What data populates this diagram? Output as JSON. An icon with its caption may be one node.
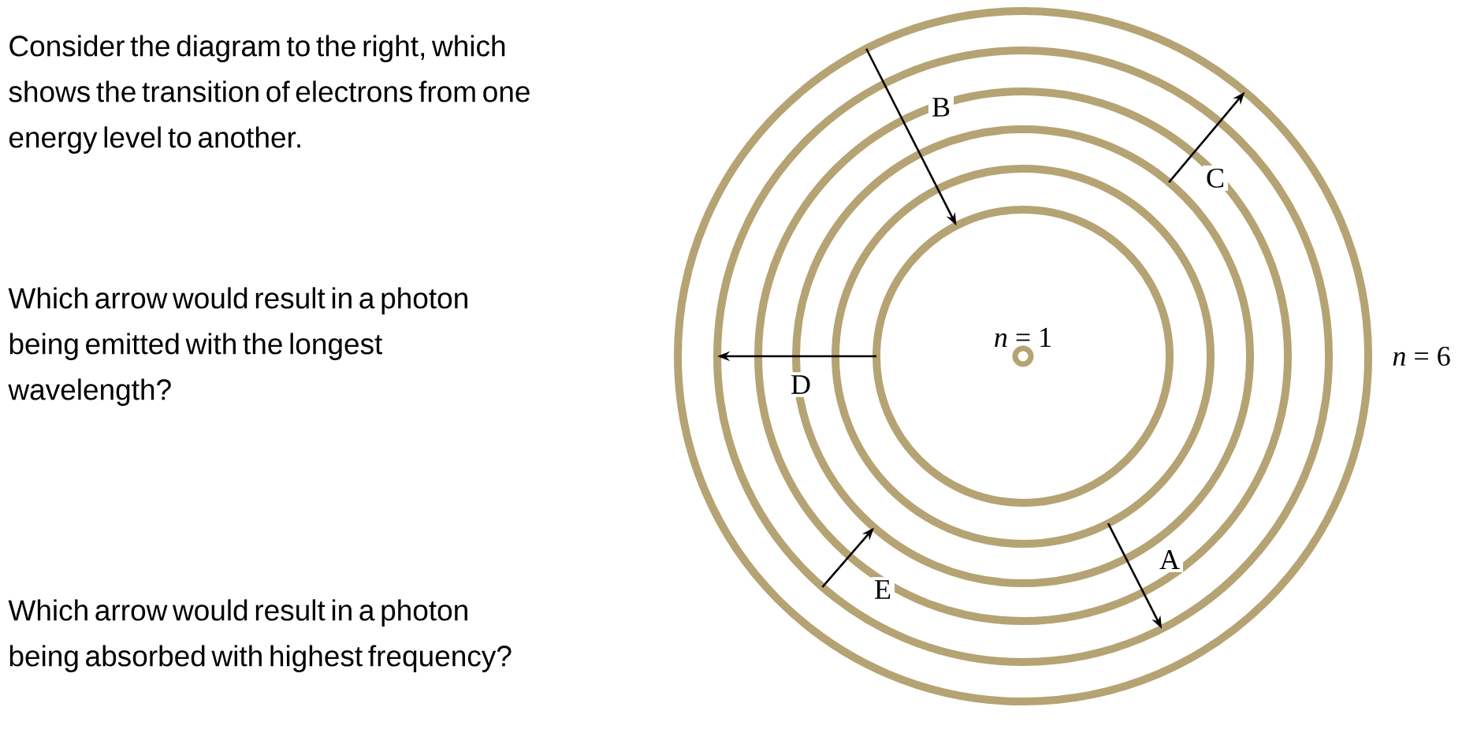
{
  "diagram": {
    "nodes": [
      {
        "text": [],
        "shape": "circle",
        "beside": [
          "*n* = 6"
        ]
      },
      {
        "text": [],
        "shape": "circle",
        "in": 0
      },
      {
        "text": [],
        "shape": "circle",
        "in": 1
      },
      {
        "text": [],
        "shape": "circle",
        "in": 2
      },
      {
        "text": [],
        "shape": "circle",
        "in": 3
      },
      {
        "text": [
          "*n* = 1"
        ],
        "in": 4
      }
    ],
    "edges": [
      {
        "from": 0,
        "to": 5,
        "arrow": "to",
        "label": "B"
      },
      {
        "from": 3,
        "to": 0,
        "arrow": "to",
        "label": "C"
      },
      {
        "from": 5,
        "to": 1,
        "arrow": "to",
        "label": "D"
      },
      {
        "from": 1,
        "to": 3,
        "arrow": "to",
        "label": "E"
      },
      {
        "from": 4,
        "to": 1,
        "arrow": "to",
        "label": "A"
      }
    ],
    "labels": [
      "Consider the diagram to the right, which shows the transition of electrons from one energy level to another.",
      "Which arrow would result in a photon being emitted with the longest wavelength?",
      "Which arrow would result in a photon being absorbed with highest frequency?"
    ]
  }
}
